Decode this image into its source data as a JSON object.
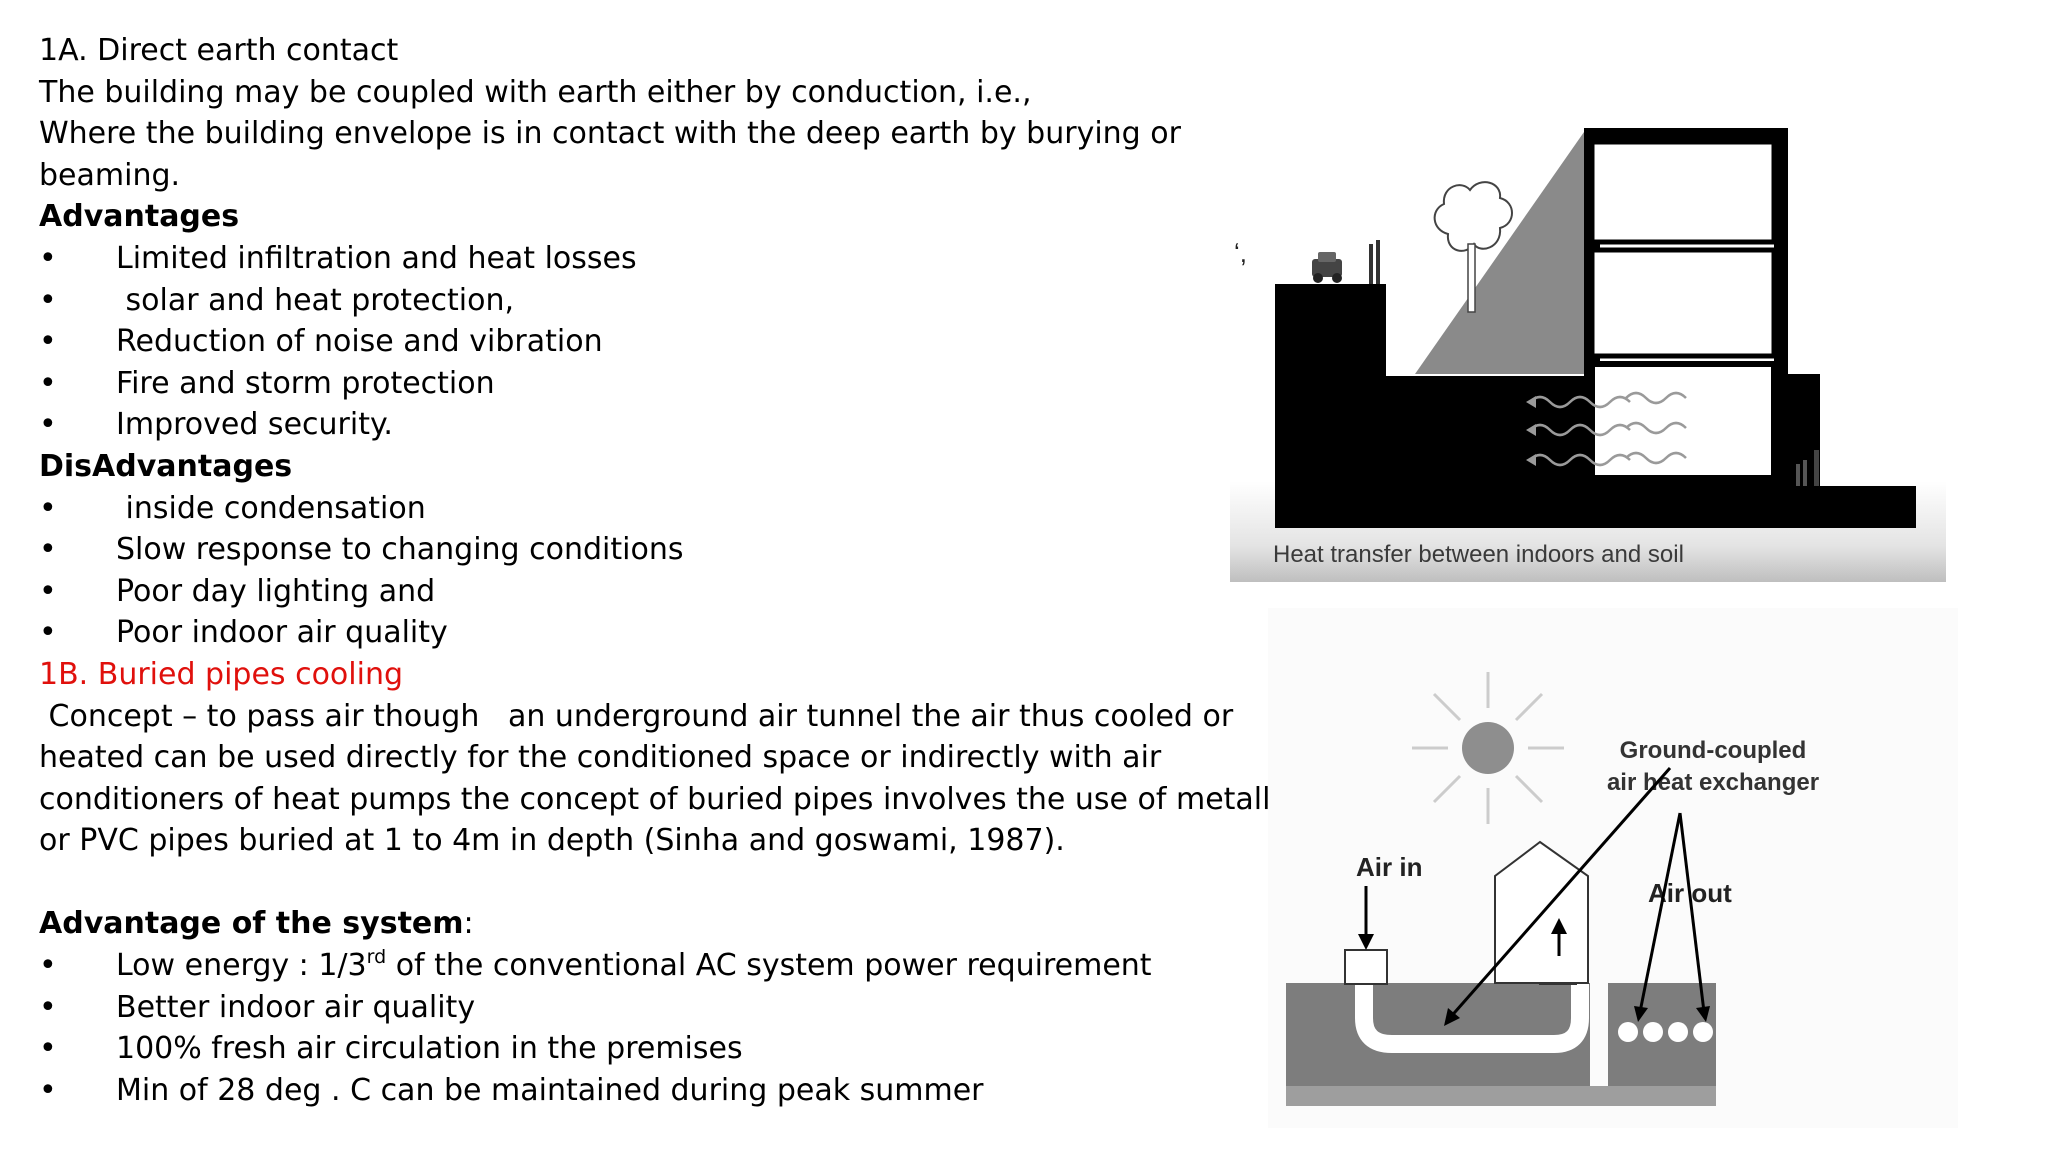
{
  "section_1a": {
    "heading": "1A. Direct earth contact",
    "intro_line1": "The building may be coupled with earth either by conduction, i.e.,",
    "intro_line2": "Where the building envelope is in contact with the deep earth by burying or",
    "intro_line3": "beaming.",
    "advantages_heading": "Advantages",
    "advantages": [
      "Limited infiltration and heat losses",
      " solar and heat protection,",
      "Reduction of noise and vibration",
      "Fire and storm protection",
      "Improved security."
    ],
    "disadvantages_heading": "DisAdvantages",
    "disadvantages": [
      " inside condensation",
      "Slow response to changing conditions",
      "Poor day lighting and",
      "Poor indoor air quality"
    ]
  },
  "section_1b": {
    "heading": "1B. Buried pipes cooling",
    "concept_line1": " Concept – to pass air though   an underground air tunnel the air thus cooled or",
    "concept_line2": "heated can be used directly for the conditioned space or indirectly with air",
    "concept_line3": "conditioners of heat pumps the concept of buried pipes involves the use of metallic",
    "concept_line4": "or PVC pipes buried at 1 to 4m in depth (Sinha and goswami, 1987).",
    "advantage_heading": "Advantage of the system",
    "advantage_colon": ":",
    "advantage_items": {
      "item1_pre": "Low energy : 1/3",
      "item1_sup": "rd",
      "item1_post": " of the conventional AC system power requirement",
      "item2": "Better indoor air quality",
      "item3": "100% fresh air circulation in the premises",
      "item4": "Min of 28 deg . C can be maintained during peak summer"
    }
  },
  "bullet_char": "•",
  "figure1": {
    "caption": "Heat transfer between indoors and soil",
    "edge_fragment": "ʻ,"
  },
  "figure2": {
    "label_exchanger_line1": "Ground-coupled",
    "label_exchanger_line2": "air heat exchanger",
    "label_air_in": "Air in",
    "label_air_out": "Air out"
  },
  "colors": {
    "heading_red": "#e0100c",
    "building_black": "#000000",
    "slope_gray": "#8a8a8a"
  }
}
